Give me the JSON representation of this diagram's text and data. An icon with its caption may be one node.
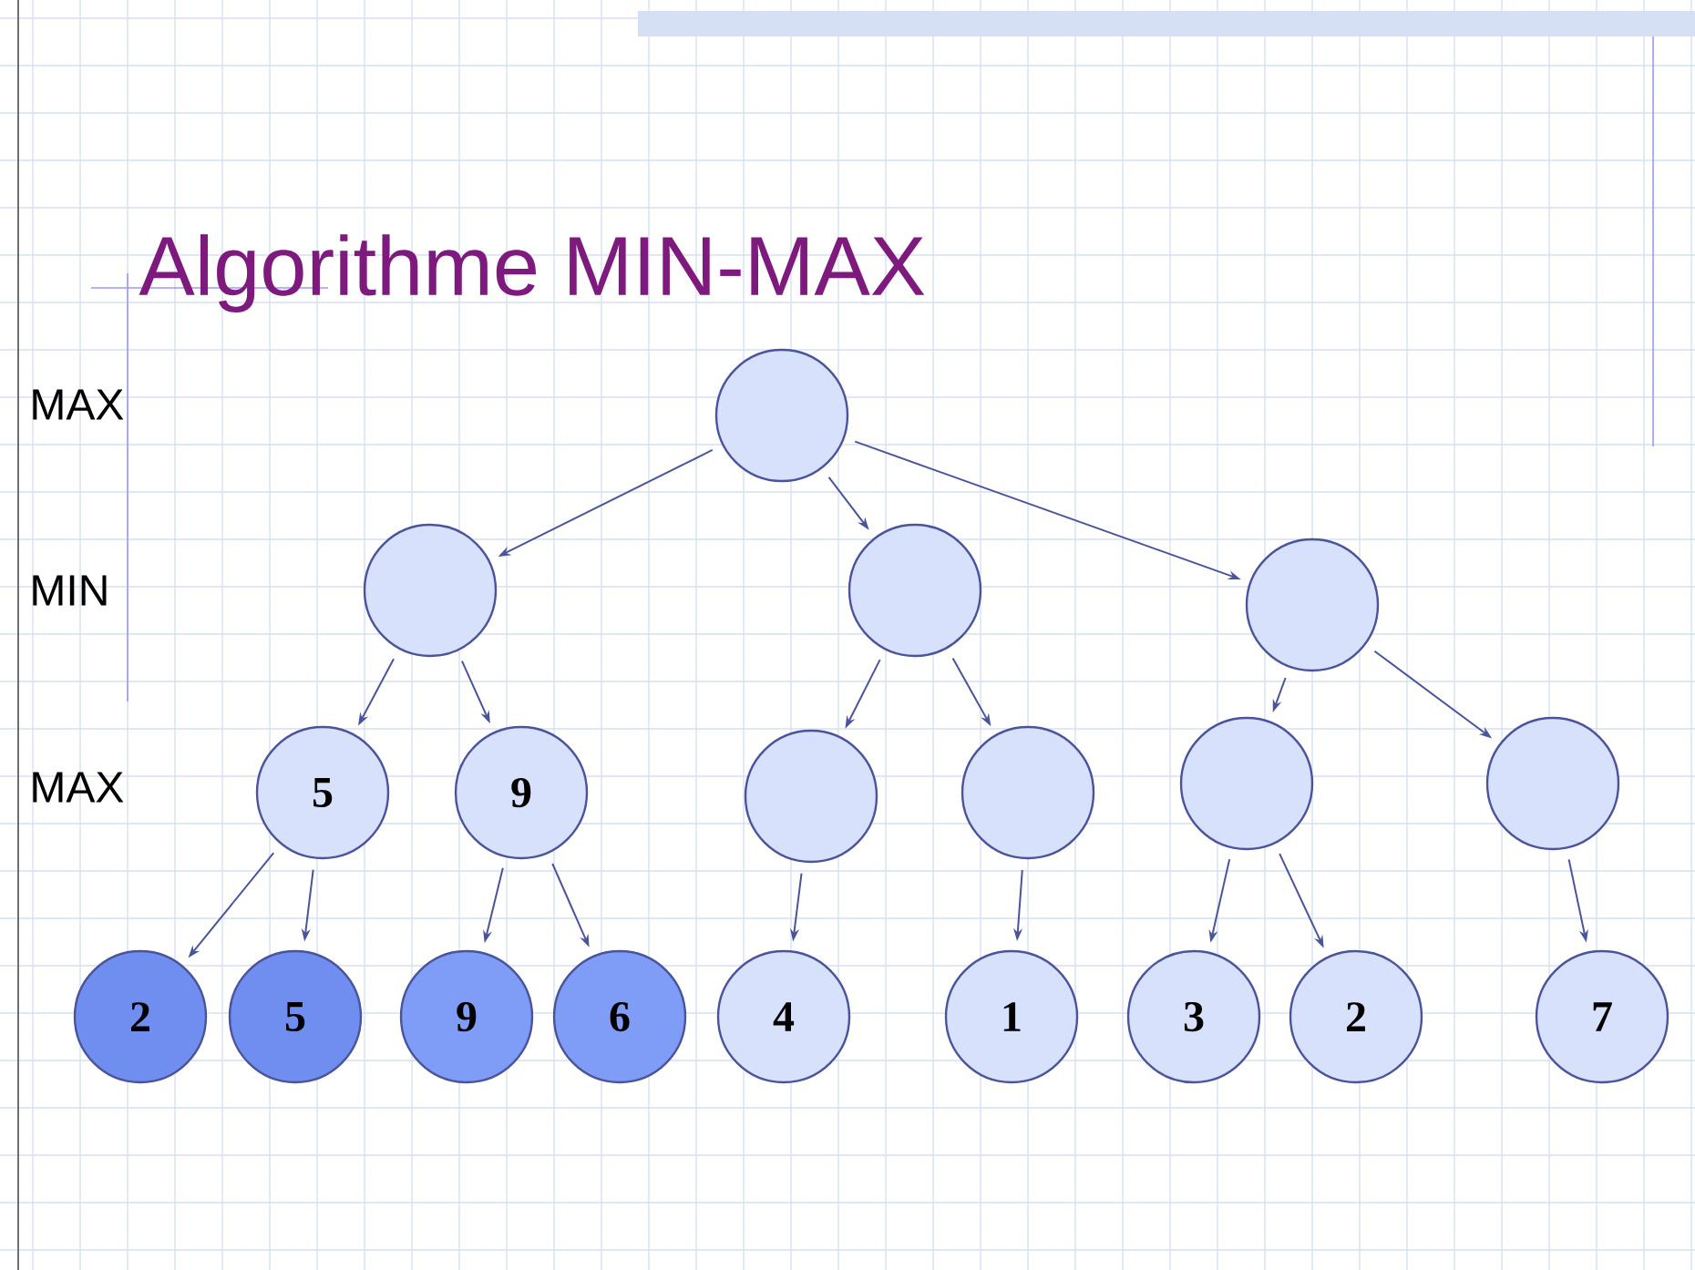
{
  "diagram": {
    "title": "Algorithme MIN-MAX",
    "nodes": [
      {
        "text": [],
        "shape": "circle"
      },
      {
        "text": [],
        "shape": "circle"
      },
      {
        "text": [],
        "shape": "circle"
      },
      {
        "text": [],
        "shape": "circle"
      },
      {
        "text": [
          "5"
        ]
      },
      {
        "text": [
          "9"
        ]
      },
      {
        "text": [],
        "shape": "circle"
      },
      {
        "text": [],
        "shape": "circle"
      },
      {
        "text": [],
        "shape": "circle"
      },
      {
        "text": [],
        "shape": "circle"
      },
      {
        "text": [
          "2"
        ]
      },
      {
        "text": [
          "5"
        ]
      },
      {
        "text": [
          "9"
        ]
      },
      {
        "text": [
          "6"
        ]
      },
      {
        "text": [
          "4"
        ]
      },
      {
        "text": [
          "1"
        ]
      },
      {
        "text": [
          "3"
        ]
      },
      {
        "text": [
          "2"
        ]
      },
      {
        "text": [
          "7"
        ]
      }
    ],
    "edges": [
      {
        "from": 0,
        "to": 1,
        "arrow": "to"
      },
      {
        "from": 0,
        "to": 2,
        "arrow": "to"
      },
      {
        "from": 0,
        "to": 3,
        "arrow": "to"
      },
      {
        "from": 1,
        "to": 4,
        "arrow": "to"
      },
      {
        "from": 1,
        "to": 5,
        "arrow": "to"
      },
      {
        "from": 2,
        "to": 6,
        "arrow": "to"
      },
      {
        "from": 2,
        "to": 7,
        "arrow": "to"
      },
      {
        "from": 3,
        "to": 8,
        "arrow": "to"
      },
      {
        "from": 3,
        "to": 9,
        "arrow": "to"
      },
      {
        "from": 4,
        "to": 10,
        "arrow": "to"
      },
      {
        "from": 4,
        "to": 11,
        "arrow": "to"
      },
      {
        "from": 5,
        "to": 12,
        "arrow": "to"
      },
      {
        "from": 5,
        "to": 13,
        "arrow": "to"
      },
      {
        "from": 6,
        "to": 14,
        "arrow": "to"
      },
      {
        "from": 7,
        "to": 15,
        "arrow": "to"
      },
      {
        "from": 8,
        "to": 16,
        "arrow": "to"
      },
      {
        "from": 8,
        "to": 17,
        "arrow": "to"
      },
      {
        "from": 9,
        "to": 18,
        "arrow": "to"
      }
    ],
    "labels": [
      "MAX",
      "MIN",
      "MAX"
    ]
  }
}
